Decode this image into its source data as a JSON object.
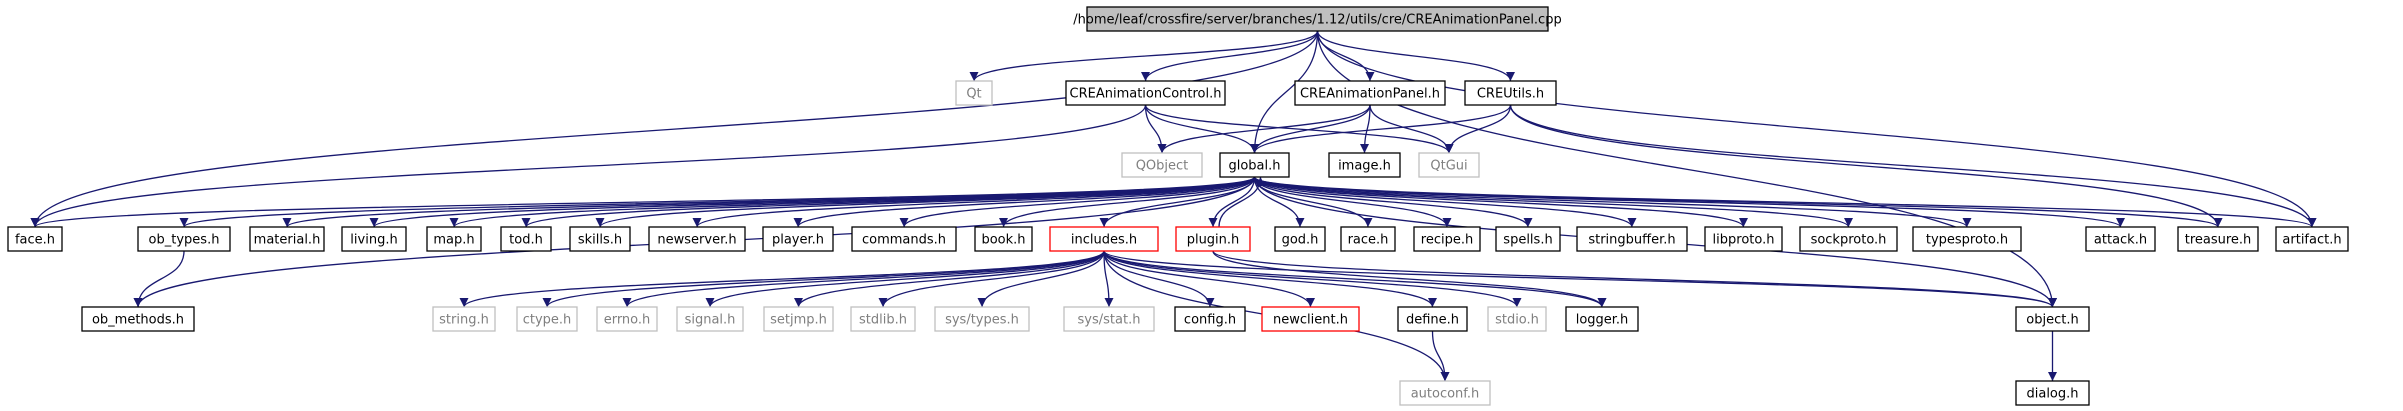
{
  "colors": {
    "edge": "#191970",
    "root_fill": "#bfbfbf",
    "normal_border": "#000000",
    "missing_border": "#bfbfbf",
    "missing_text": "#7f7f7f",
    "linked_border": "#ff0000",
    "text": "#000000"
  },
  "root": "/home/leaf/crossfire/server/branches/1.12/utils/cre/CREAnimationPanel.cpp",
  "nodes": {
    "qt": "Qt",
    "creanimationcontrol": "CREAnimationControl.h",
    "creanimationpanel": "CREAnimationPanel.h",
    "creutils": "CREUtils.h",
    "qobject": "QObject",
    "global": "global.h",
    "image": "image.h",
    "qtgui": "QtGui",
    "face": "face.h",
    "ob_types": "ob_types.h",
    "material": "material.h",
    "living": "living.h",
    "map": "map.h",
    "tod": "tod.h",
    "skills": "skills.h",
    "newserver": "newserver.h",
    "player": "player.h",
    "commands": "commands.h",
    "book": "book.h",
    "includes": "includes.h",
    "plugin": "plugin.h",
    "god": "god.h",
    "race": "race.h",
    "recipe": "recipe.h",
    "spells": "spells.h",
    "stringbuffer": "stringbuffer.h",
    "libproto": "libproto.h",
    "sockproto": "sockproto.h",
    "typesproto": "typesproto.h",
    "attack": "attack.h",
    "treasure": "treasure.h",
    "artifact": "artifact.h",
    "ob_methods": "ob_methods.h",
    "string": "string.h",
    "ctype": "ctype.h",
    "errno": "errno.h",
    "signal": "signal.h",
    "setjmp": "setjmp.h",
    "stdlib": "stdlib.h",
    "systypes": "sys/types.h",
    "sysstat": "sys/stat.h",
    "config": "config.h",
    "newclient": "newclient.h",
    "define": "define.h",
    "stdio": "stdio.h",
    "logger": "logger.h",
    "object": "object.h",
    "autoconf": "autoconf.h",
    "dialog": "dialog.h"
  }
}
